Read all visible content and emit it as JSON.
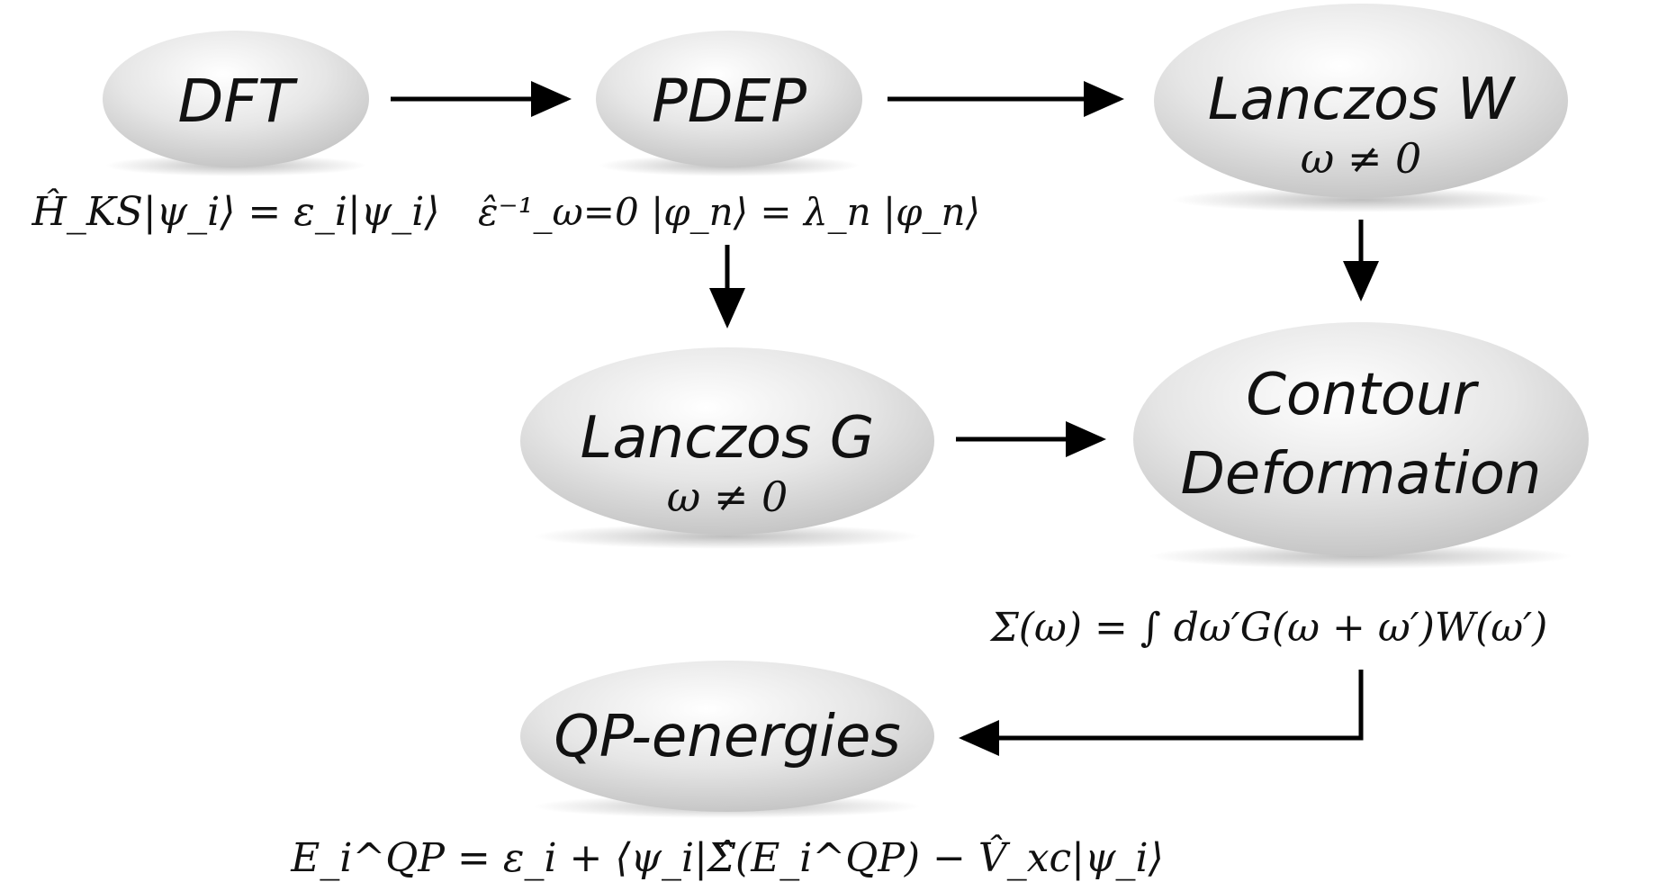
{
  "nodes": {
    "dft": {
      "label": "DFT"
    },
    "pdep": {
      "label": "PDEP"
    },
    "lanczos_w": {
      "label": "Lanczos W",
      "sub": "ω ≠ 0"
    },
    "lanczos_g": {
      "label": "Lanczos G",
      "sub": "ω ≠ 0"
    },
    "contour": {
      "label_line1": "Contour",
      "label_line2": "Deformation"
    },
    "qp": {
      "label": "QP-energies"
    }
  },
  "formulas": {
    "dft": "Ĥ_KS|ψ_i⟩ = ε_i|ψ_i⟩",
    "pdep": "ε̂⁻¹_ω=0 |φ_n⟩ = λ_n |φ_n⟩",
    "sigma": "Σ(ω) = ∫ dω′G(ω + ω′)W(ω′)",
    "qp": "E_i^QP = ε_i + ⟨ψ_i|Σ̂(E_i^QP) − V̂_xc|ψ_i⟩"
  },
  "colors": {
    "node_highlight": "#ffffff",
    "node_shade": "#cfcfcf",
    "arrow": "#000000"
  }
}
